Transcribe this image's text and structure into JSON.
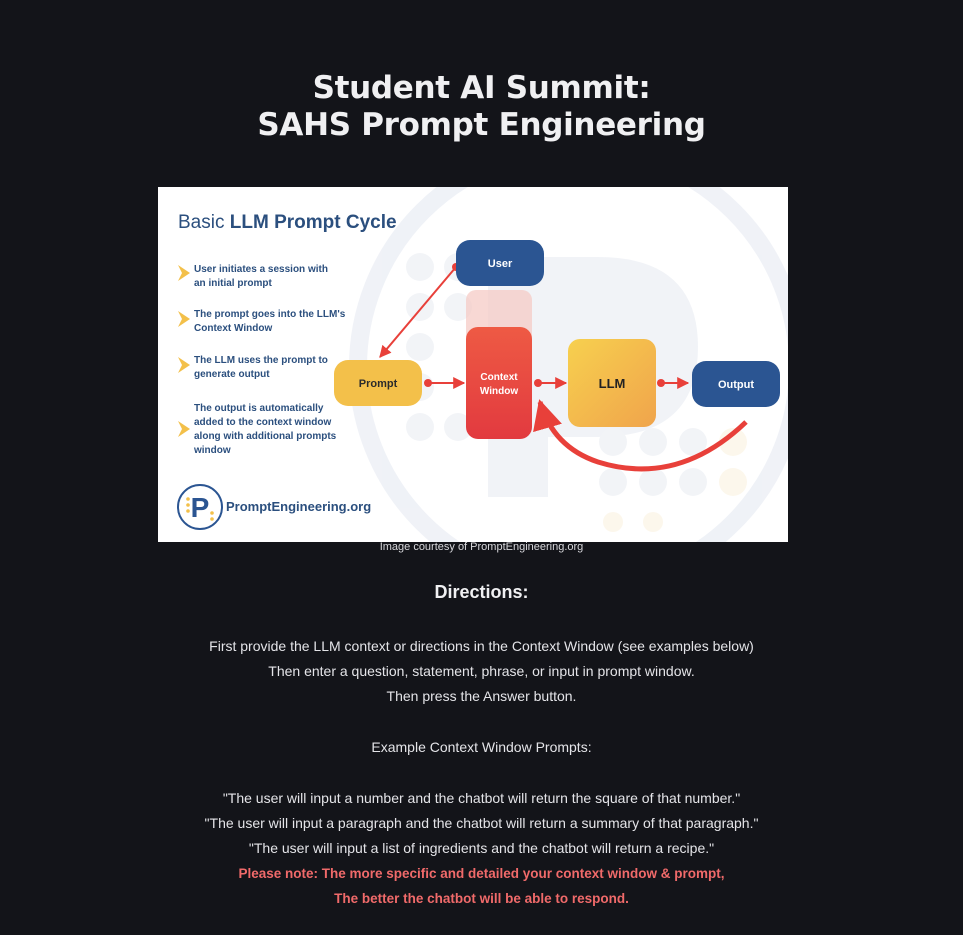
{
  "header": {
    "title_line1": "Student AI Summit:",
    "title_line2": "SAHS Prompt Engineering"
  },
  "figure": {
    "heading_prefix": "Basic ",
    "heading_strong": "LLM Prompt Cycle",
    "bullets": [
      [
        "User initiates a session with",
        "an initial prompt"
      ],
      [
        "The prompt goes into the LLM's",
        "Context Window"
      ],
      [
        "The LLM uses the prompt to",
        "generate output"
      ],
      [
        "The output is automatically",
        "added to the context window",
        "along with additional prompts",
        "window"
      ]
    ],
    "nodes": {
      "user": "User",
      "prompt": "Prompt",
      "context_line1": "Context",
      "context_line2": "Window",
      "llm": "LLM",
      "output": "Output"
    },
    "logo_text": "PromptEngineering.org",
    "colors": {
      "navy": "#2b5592",
      "yellow": "#f3c04a",
      "red": "#e8403a",
      "heading": "#2b4f7e"
    }
  },
  "caption": "Image courtesy of PromptEngineering.org",
  "directions": {
    "heading": "Directions:",
    "step1": "First provide the LLM context or directions in the Context Window (see examples below)",
    "step2": "Then enter a question, statement, phrase, or input in prompt window.",
    "step3": "Then press the Answer button.",
    "examples_heading": "Example Context Window Prompts:",
    "example1": "\"The user will input a number and the chatbot will return the square of that number.\"",
    "example2": "\"The user will input a paragraph and the chatbot will return a summary of that paragraph.\"",
    "example3": "\"The user will input a list of ingredients and the chatbot will return a recipe.\"",
    "note_line1": "Please note: The more specific and detailed your context window & prompt,",
    "note_line2": "The better the chatbot will be able to respond."
  }
}
